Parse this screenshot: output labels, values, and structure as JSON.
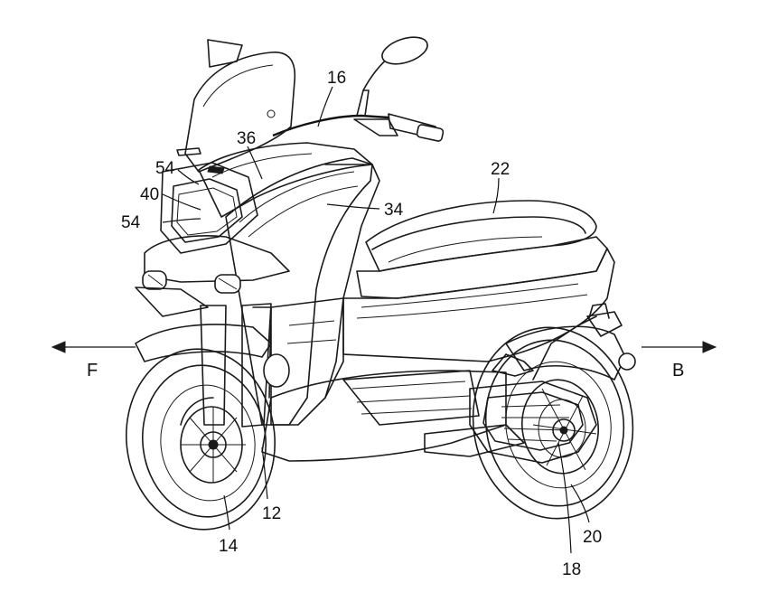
{
  "directions": {
    "front": "F",
    "back": "B"
  },
  "labels": {
    "n16": "16",
    "n36": "36",
    "n54a": "54",
    "n40": "40",
    "n54b": "54",
    "n22": "22",
    "n34": "34",
    "n12": "12",
    "n14": "14",
    "n20": "20",
    "n18": "18"
  }
}
